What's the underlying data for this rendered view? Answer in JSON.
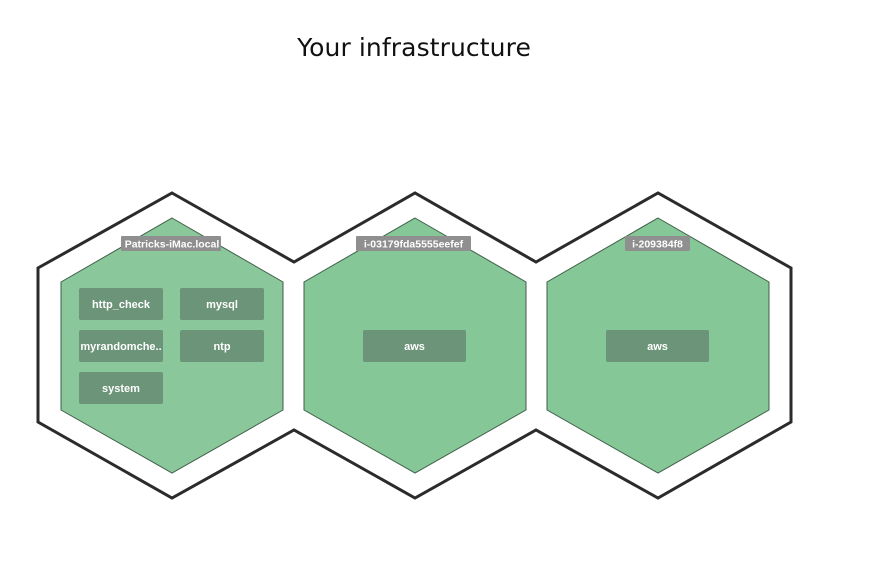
{
  "page": {
    "title": "Your infrastructure"
  },
  "colors": {
    "outline": "#2b2b2b",
    "host_fill": "#85c797",
    "host_fill_alt": "#8ac79b",
    "host_stroke": "#3f5e47",
    "check_fill": "#6b9478",
    "label_bg": "#8f8f8f"
  },
  "hosts": [
    {
      "name": "Patricks-iMac.local",
      "checks": [
        "http_check",
        "mysql",
        "myrandomche..",
        "ntp",
        "system"
      ]
    },
    {
      "name": "i-03179fda5555eefef",
      "checks": [
        "aws"
      ]
    },
    {
      "name": "i-209384f8",
      "checks": [
        "aws"
      ]
    }
  ]
}
